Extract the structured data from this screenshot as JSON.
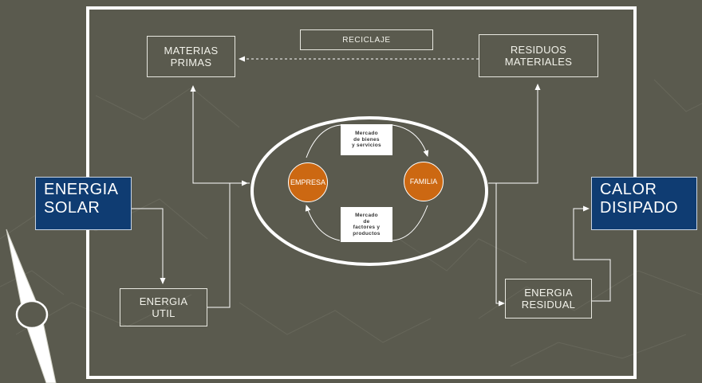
{
  "boxes": {
    "reciclaje": "RECICLAJE",
    "materias_line1": "MATERIAS",
    "materias_line2": "PRIMAS",
    "residuos_line1": "RESIDUOS",
    "residuos_line2": "MATERIALES",
    "energia_util_line1": "ENERGIA",
    "energia_util_line2": "UTIL",
    "energia_residual_line1": "ENERGIA",
    "energia_residual_line2": "RESIDUAL"
  },
  "highlight": {
    "solar_line1": "ENERGIA",
    "solar_line2": "SOLAR",
    "calor_line1": "CALOR",
    "calor_line2": "DISIPADO"
  },
  "market": {
    "top_line1": "Mercado",
    "top_line2": "de bienes",
    "top_line3": "y servicios",
    "bottom_line1": "Mercado",
    "bottom_line2": "de",
    "bottom_line3": "factores y",
    "bottom_line4": "productos"
  },
  "nodes": {
    "empresa": "EMPRESA",
    "familia": "FAMILIA"
  },
  "colors": {
    "background": "#5a5a4e",
    "highlight_box": "#0f3c72",
    "node": "#cc6812"
  }
}
